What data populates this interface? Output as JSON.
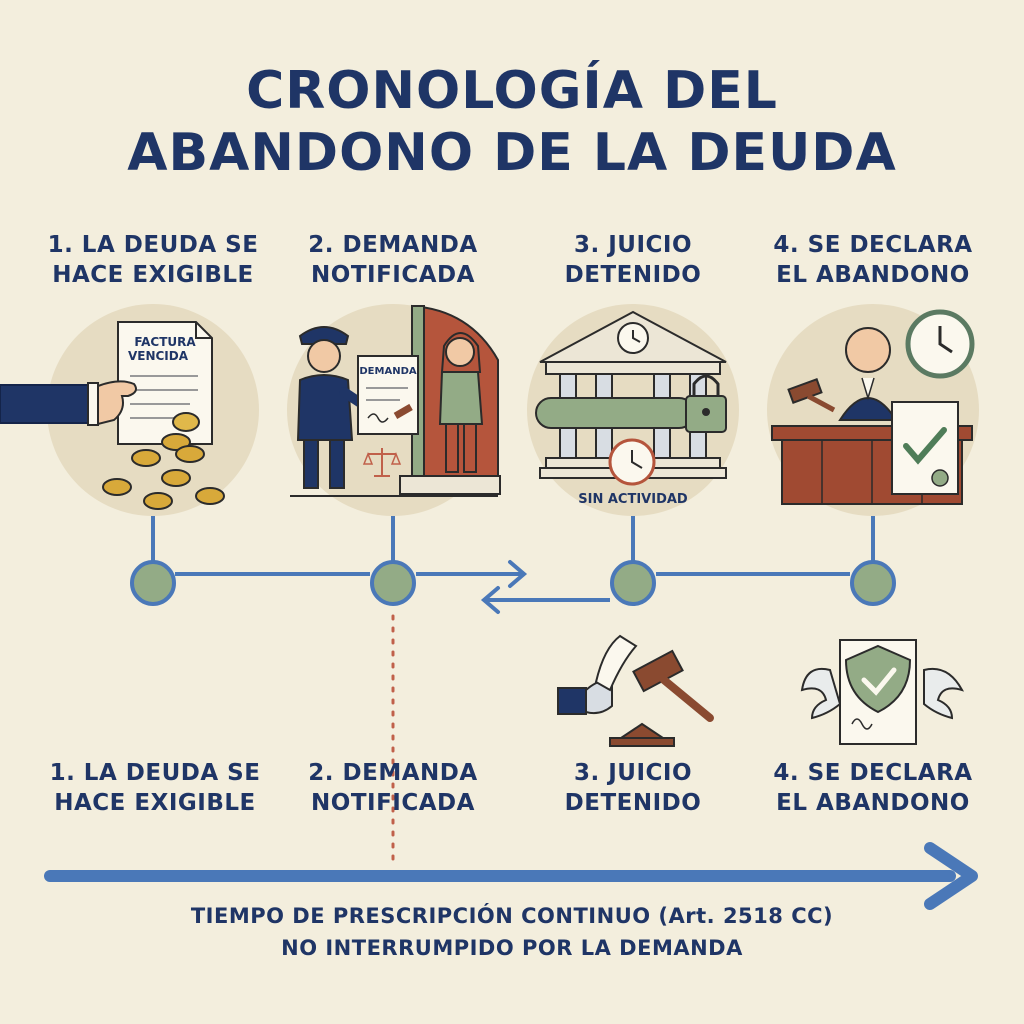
{
  "title": {
    "line1": "CRONOLOGÍA DEL",
    "line2": "ABANDONO DE LA DEUDA"
  },
  "steps": [
    {
      "line1": "1. LA DEUDA SE",
      "line2": "HACE EXIGIBLE"
    },
    {
      "line1": "2. DEMANDA",
      "line2": "NOTIFICADA"
    },
    {
      "line1": "3. JUICIO",
      "line2": "DETENIDO"
    },
    {
      "line1": "4. SE DECLARA",
      "line2": "EL ABANDONO"
    }
  ],
  "illustrations": {
    "invoice_label_1": "FACTURA",
    "invoice_label_2": "VENCIDA",
    "lawsuit_label": "DEMANDA",
    "inactive_label": "SIN ACTIVIDAD"
  },
  "footer": {
    "line1": "TIEMPO DE PRESCRIPCIÓN CONTINUO (Art. 2518 CC)",
    "line2": "NO INTERRUMPIDO POR LA DEMANDA"
  },
  "colors": {
    "navy": "#1f3566",
    "blue_line": "#4a78b8",
    "node_fill": "#93ab86",
    "circle_bg": "#e6dcc2",
    "dotted": "#c0604a",
    "background": "#f3eedd"
  }
}
